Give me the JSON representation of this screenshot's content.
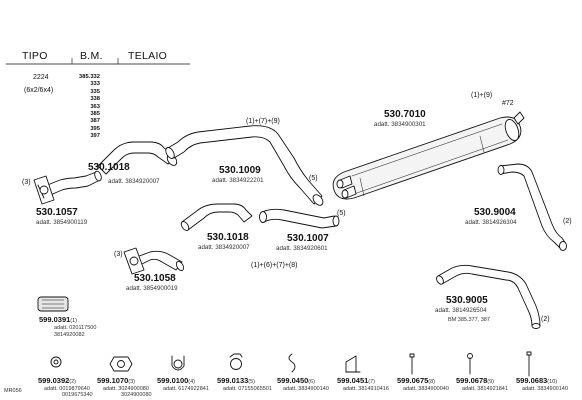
{
  "header": {
    "col_tipo": "TIPO",
    "col_bm": "B.M.",
    "col_telaio": "TELAIO",
    "tipo_value": "2224",
    "tipo_variant": "(6x2/6x4)",
    "bm_values": [
      "385.332",
      "333",
      "335",
      "338",
      "363",
      "385",
      "387",
      "395",
      "397"
    ]
  },
  "parts": {
    "p1018a": {
      "number": "530.1018",
      "adapter": "adatt. 3834920007"
    },
    "p1057": {
      "number": "530.1057",
      "adapter": "adatt. 3854900119",
      "ref": "(3)"
    },
    "p1009": {
      "number": "530.1009",
      "adapter": "adatt. 3834922201",
      "ref_top": "(1)+(7)+(9)",
      "ref_side": "(5)"
    },
    "p7010": {
      "number": "530.7010",
      "adapter": "adatt. 3834900301",
      "ref_top": "(1)+(9)",
      "ref_hash": "#72"
    },
    "p1018b": {
      "number": "530.1018",
      "adapter": "adatt. 3834920007"
    },
    "p1007": {
      "number": "530.1007",
      "adapter": "adatt. 3834920601",
      "ref_side": "(5)"
    },
    "p1058": {
      "number": "530.1058",
      "adapter": "adatt. 3854900019",
      "ref": "(3)"
    },
    "p9004": {
      "number": "530.9004",
      "adapter": "adatt. 3814926304",
      "ref": "(2)"
    },
    "p9005": {
      "number": "530.9005",
      "adapter": "adatt. 3814926504",
      "bm_note": "BM 385.377, 387",
      "ref": "(2)"
    },
    "mid_ref": "(1)+(6)+(7)+(8)"
  },
  "clamp": {
    "number": "599.0391",
    "count": "(1)",
    "code1": "adatt. 020117500",
    "code2": "3814920082"
  },
  "accessories": [
    {
      "number": "599.0392",
      "count": "(2)",
      "code1": "adatt. 0019879640",
      "code2": "0019675340",
      "icon": "gasket-ring-icon"
    },
    {
      "number": "599.1070",
      "count": "(3)",
      "code1": "adatt. 3024900080",
      "code2": "3024900080",
      "icon": "flange-gasket-icon"
    },
    {
      "number": "599.0100",
      "count": "(4)",
      "code1": "adatt. 6174922841",
      "code2": "",
      "icon": "u-bolt-clamp-icon"
    },
    {
      "number": "599.0133",
      "count": "(5)",
      "code1": "adatt. 07155065501",
      "code2": "",
      "icon": "hose-clamp-icon"
    },
    {
      "number": "599.0450",
      "count": "(6)",
      "code1": "adatt. 3834900140",
      "code2": "",
      "icon": "hook-icon"
    },
    {
      "number": "599.0451",
      "count": "(7)",
      "code1": "adatt. 3814910416",
      "code2": "",
      "icon": "bracket-icon"
    },
    {
      "number": "599.0675",
      "count": "(8)",
      "code1": "adatt. 3834900040",
      "code2": "",
      "icon": "bolt-icon"
    },
    {
      "number": "599.0678",
      "count": "(9)",
      "code1": "adatt. 3814921841",
      "code2": "",
      "icon": "screw-icon"
    },
    {
      "number": "599.0683",
      "count": "(10)",
      "code1": "adatt. 3834900140",
      "code2": "",
      "icon": "long-bolt-icon"
    }
  ],
  "footer_code": "MR056",
  "colors": {
    "line": "#111111",
    "fill": "#ffffff",
    "shade": "#cfcfcf"
  }
}
